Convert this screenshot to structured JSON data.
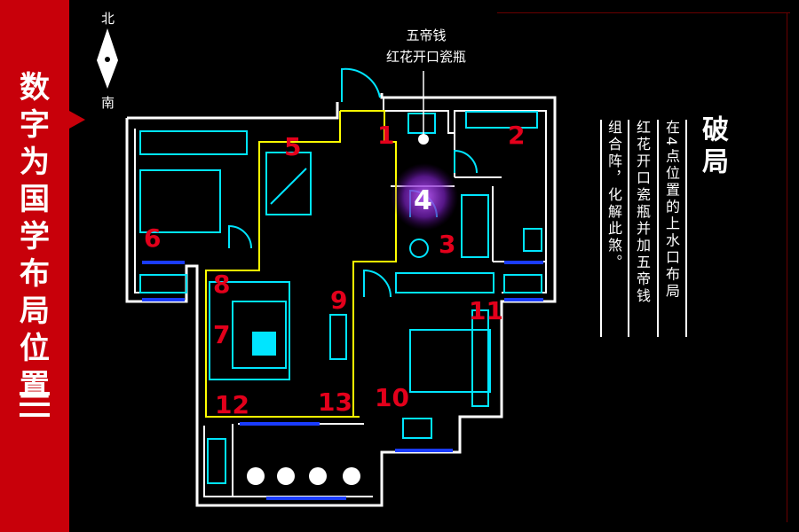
{
  "sidebar": {
    "title_chars": [
      "数",
      "字",
      "为",
      "国",
      "学",
      "布",
      "局",
      "位",
      "置"
    ],
    "menu_icon": "menu-icon"
  },
  "compass": {
    "north": "北",
    "south": "南"
  },
  "annotation": {
    "line1": "五帝钱",
    "line2": "红花开口瓷瓶"
  },
  "panel": {
    "title": "破局",
    "col1": "在4点位置的上水口布局",
    "col2": "红花开口瓷瓶并加五帝钱",
    "col3": "组合阵，化解此煞。"
  },
  "points": [
    {
      "label": "1"
    },
    {
      "label": "2"
    },
    {
      "label": "3"
    },
    {
      "label": "4"
    },
    {
      "label": "5"
    },
    {
      "label": "6"
    },
    {
      "label": "7"
    },
    {
      "label": "8"
    },
    {
      "label": "9"
    },
    {
      "label": "10"
    },
    {
      "label": "11"
    },
    {
      "label": "12"
    },
    {
      "label": "13"
    }
  ],
  "colors": {
    "accent": "#c8000a",
    "wall": "#ffffff",
    "furniture": "#00e5ff",
    "zone": "#ffff00",
    "marker": "#e3001b",
    "highlight": "#9b30ff"
  }
}
